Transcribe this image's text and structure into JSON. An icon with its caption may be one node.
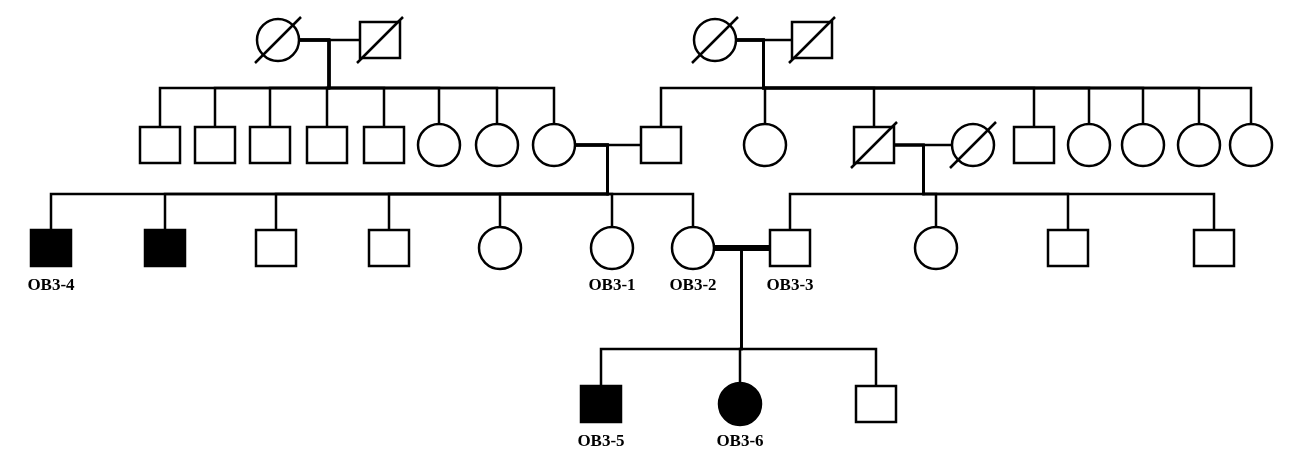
{
  "diagram": {
    "nodes": [
      {
        "text": [],
        "shape": "circle"
      },
      {
        "text": [],
        "shape": "box"
      },
      {
        "text": [],
        "shape": "circle"
      },
      {
        "text": [],
        "shape": "box"
      },
      {
        "text": [],
        "shape": "box"
      },
      {
        "text": [],
        "shape": "box"
      },
      {
        "text": [],
        "shape": "box"
      },
      {
        "text": [],
        "shape": "box"
      },
      {
        "text": [],
        "shape": "box"
      },
      {
        "text": [],
        "shape": "circle"
      },
      {
        "text": [],
        "shape": "circle"
      },
      {
        "text": [],
        "shape": "circle"
      },
      {
        "text": [],
        "shape": "box"
      },
      {
        "text": [],
        "shape": "circle"
      },
      {
        "text": [],
        "shape": "box"
      },
      {
        "text": [],
        "shape": "circle"
      },
      {
        "text": [],
        "shape": "box"
      },
      {
        "text": [],
        "shape": "circle"
      },
      {
        "text": [],
        "shape": "circle"
      },
      {
        "text": [],
        "shape": "circle"
      },
      {
        "text": [],
        "shape": "circle"
      },
      {
        "text": [],
        "shape": "box",
        "beside": [
          "OB3-4"
        ]
      },
      {
        "text": [],
        "shape": "box"
      },
      {
        "text": [],
        "shape": "box"
      },
      {
        "text": [],
        "shape": "box"
      },
      {
        "text": [],
        "shape": "circle"
      },
      {
        "text": [],
        "shape": "circle",
        "beside": [
          "OB3-1"
        ]
      },
      {
        "text": [],
        "shape": "circle",
        "beside": [
          "OB3-2"
        ]
      },
      {
        "text": [],
        "shape": "box",
        "beside": [
          "OB3-3"
        ]
      },
      {
        "text": [],
        "shape": "circle"
      },
      {
        "text": [],
        "shape": "box"
      },
      {
        "text": [],
        "shape": "box"
      },
      {
        "text": [],
        "shape": "box",
        "beside": [
          "OB3-5"
        ]
      },
      {
        "text": [],
        "shape": "circle",
        "beside": [
          "OB3-6"
        ]
      },
      {
        "text": [],
        "shape": "box"
      }
    ],
    "edges": [
      {
        "from": 0,
        "to": 1,
        "arrow": "none"
      },
      {
        "from": 2,
        "to": 3,
        "arrow": "none"
      },
      {
        "from": 11,
        "to": 12,
        "arrow": "none"
      },
      {
        "from": 14,
        "to": 15,
        "arrow": "none"
      },
      {
        "from": 27,
        "to": 28,
        "arrow": "none",
        "style": "thick"
      },
      {
        "from": 0,
        "to": 4,
        "arrow": "none"
      },
      {
        "from": 0,
        "to": 5,
        "arrow": "none"
      },
      {
        "from": 0,
        "to": 6,
        "arrow": "none"
      },
      {
        "from": 0,
        "to": 7,
        "arrow": "none"
      },
      {
        "from": 0,
        "to": 8,
        "arrow": "none"
      },
      {
        "from": 0,
        "to": 9,
        "arrow": "none"
      },
      {
        "from": 0,
        "to": 10,
        "arrow": "none"
      },
      {
        "from": 0,
        "to": 11,
        "arrow": "none"
      },
      {
        "from": 2,
        "to": 12,
        "arrow": "none"
      },
      {
        "from": 2,
        "to": 13,
        "arrow": "none"
      },
      {
        "from": 2,
        "to": 14,
        "arrow": "none"
      },
      {
        "from": 2,
        "to": 16,
        "arrow": "none"
      },
      {
        "from": 2,
        "to": 17,
        "arrow": "none"
      },
      {
        "from": 2,
        "to": 18,
        "arrow": "none"
      },
      {
        "from": 2,
        "to": 19,
        "arrow": "none"
      },
      {
        "from": 2,
        "to": 20,
        "arrow": "none"
      },
      {
        "from": 11,
        "to": 21,
        "arrow": "none"
      },
      {
        "from": 11,
        "to": 22,
        "arrow": "none"
      },
      {
        "from": 11,
        "to": 23,
        "arrow": "none"
      },
      {
        "from": 11,
        "to": 24,
        "arrow": "none"
      },
      {
        "from": 11,
        "to": 25,
        "arrow": "none"
      },
      {
        "from": 11,
        "to": 26,
        "arrow": "none"
      },
      {
        "from": 11,
        "to": 27,
        "arrow": "none"
      },
      {
        "from": 14,
        "to": 28,
        "arrow": "none"
      },
      {
        "from": 14,
        "to": 29,
        "arrow": "none"
      },
      {
        "from": 14,
        "to": 30,
        "arrow": "none"
      },
      {
        "from": 14,
        "to": 31,
        "arrow": "none"
      },
      {
        "from": 27,
        "to": 32,
        "arrow": "none"
      },
      {
        "from": 27,
        "to": 33,
        "arrow": "none"
      },
      {
        "from": 27,
        "to": 34,
        "arrow": "none"
      }
    ]
  }
}
